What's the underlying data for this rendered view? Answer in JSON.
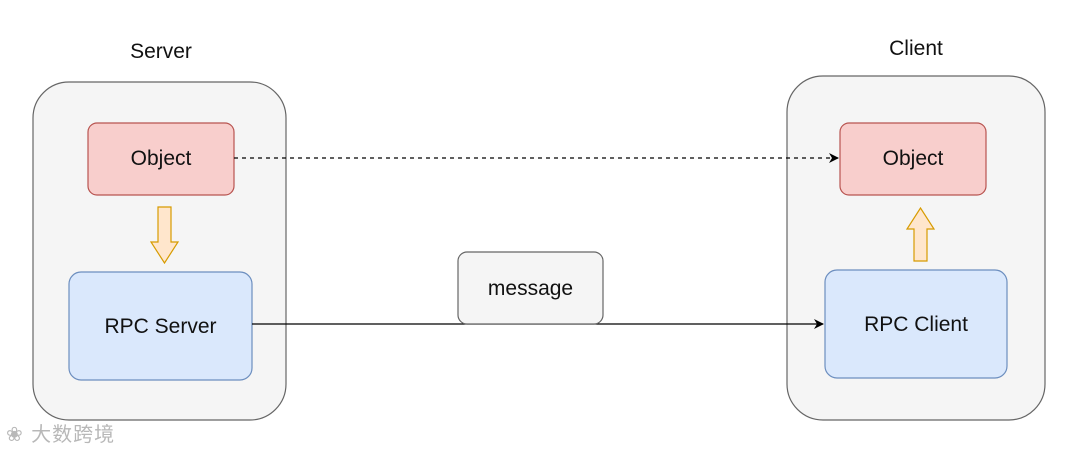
{
  "diagram": {
    "server": {
      "title": "Server",
      "object_label": "Object",
      "rpc_label": "RPC Server"
    },
    "client": {
      "title": "Client",
      "object_label": "Object",
      "rpc_label": "RPC Client"
    },
    "message_label": "message"
  },
  "colors": {
    "container_fill": "#f5f5f5",
    "container_stroke": "#666666",
    "object_fill": "#f8cecc",
    "object_stroke": "#b85450",
    "rpc_fill": "#dae8fc",
    "rpc_stroke": "#6c8ebf",
    "flow_arrow_fill": "#ffe6cc",
    "flow_arrow_stroke": "#d79b00",
    "connector": "#000000"
  },
  "watermark": {
    "icon": "logo-icon",
    "text": "大数跨境"
  }
}
